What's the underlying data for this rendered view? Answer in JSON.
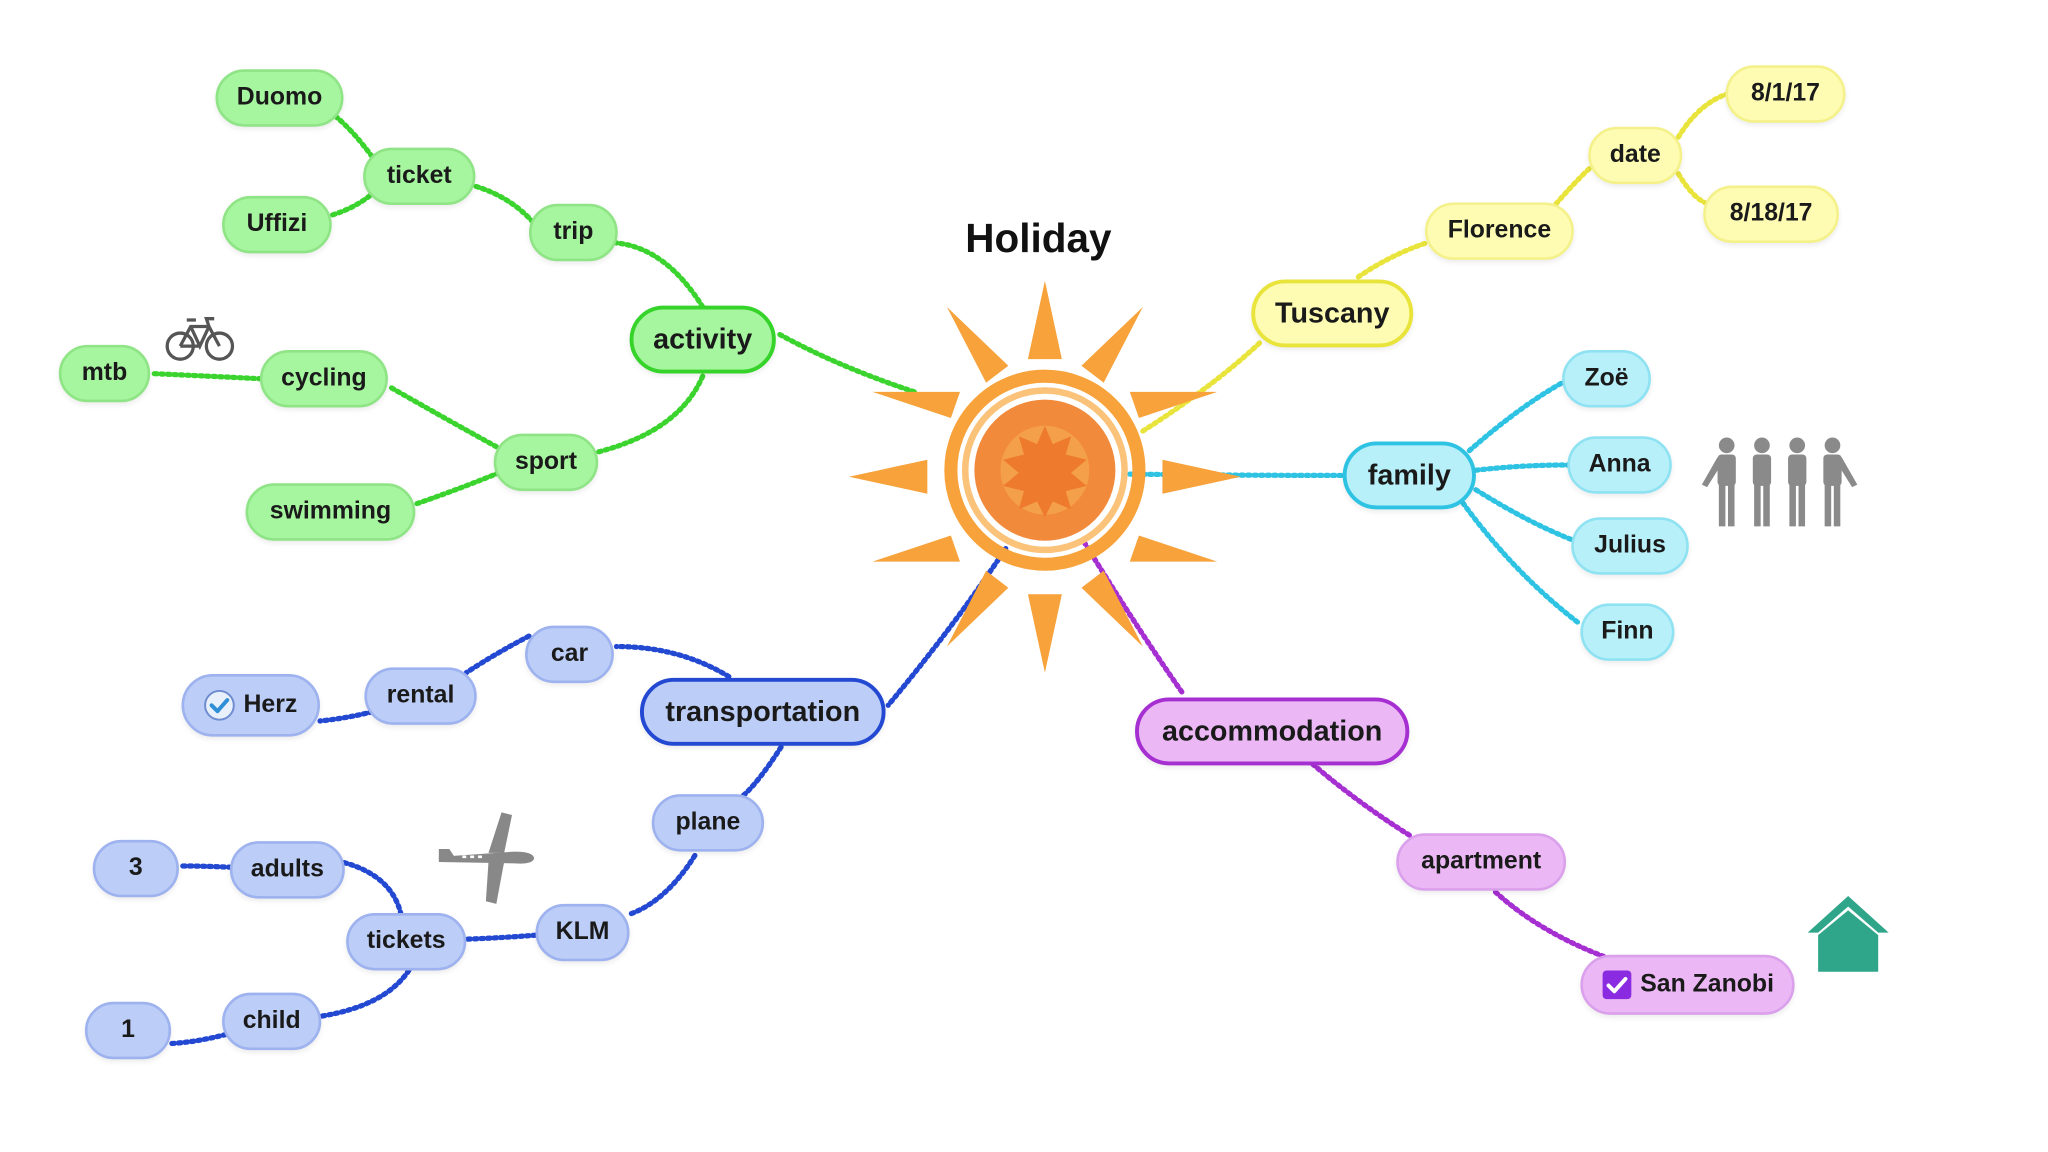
{
  "title": "Holiday",
  "colors": {
    "green": "#3bd42e",
    "yellow": "#e9e43c",
    "cyan": "#2fc3e3",
    "blue": "#2348d2",
    "purple": "#a62fd2",
    "sun_orange": "#f7a23a",
    "sun_core": "#f28a3c"
  },
  "nodes": {
    "activity": "activity",
    "trip": "trip",
    "ticket": "ticket",
    "duomo": "Duomo",
    "uffizi": "Uffizi",
    "sport": "sport",
    "cycling": "cycling",
    "mtb": "mtb",
    "swimming": "swimming",
    "tuscany": "Tuscany",
    "florence": "Florence",
    "date": "date",
    "date_start": "8/1/17",
    "date_end": "8/18/17",
    "family": "family",
    "zoe": "Zoë",
    "anna": "Anna",
    "julius": "Julius",
    "finn": "Finn",
    "transportation": "transportation",
    "car": "car",
    "rental": "rental",
    "herz": "Herz",
    "plane": "plane",
    "klm": "KLM",
    "tickets": "tickets",
    "adults": "adults",
    "adults_count": "3",
    "child": "child",
    "child_count": "1",
    "accommodation": "accommodation",
    "apartment": "apartment",
    "san_zanobi": "San Zanobi"
  },
  "icons": {
    "bicycle": "bicycle-icon",
    "people": "people-icon",
    "airplane": "airplane-icon",
    "house": "house-icon",
    "sun": "sun-icon",
    "checkmark": "checkmark-icon"
  }
}
